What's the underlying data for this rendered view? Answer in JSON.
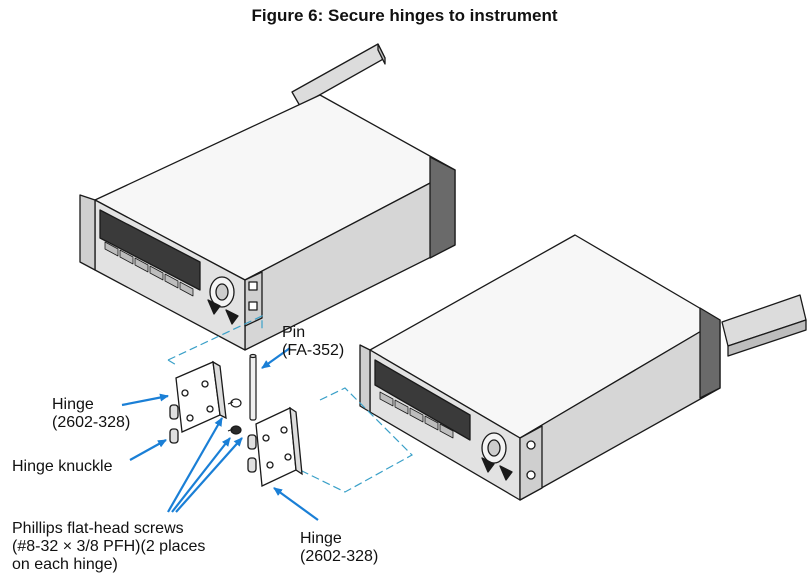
{
  "figure": {
    "title": "Figure 6: Secure hinges to instrument"
  },
  "labels": {
    "pin_name": "Pin",
    "pin_part": "(FA-352)",
    "hinge_left_name": "Hinge",
    "hinge_left_part": "(2602-328)",
    "hinge_knuckle": "Hinge knuckle",
    "screws_line1": "Phillips flat-head screws",
    "screws_line2": "(#8-32 × 3/8 PFH)(2 places",
    "screws_line3": "on each hinge)",
    "hinge_right_name": "Hinge",
    "hinge_right_part": "(2602-328)"
  },
  "colors": {
    "line": "#1a1a1a",
    "leader": "#1a7fd6",
    "dash": "#3aa0c8",
    "top_face": "#f7f7f7",
    "side_face": "#d9d9d9",
    "front_dark": "#3a3a3a",
    "panel": "#e6e6e6",
    "bracket": "#cfcfcf"
  }
}
